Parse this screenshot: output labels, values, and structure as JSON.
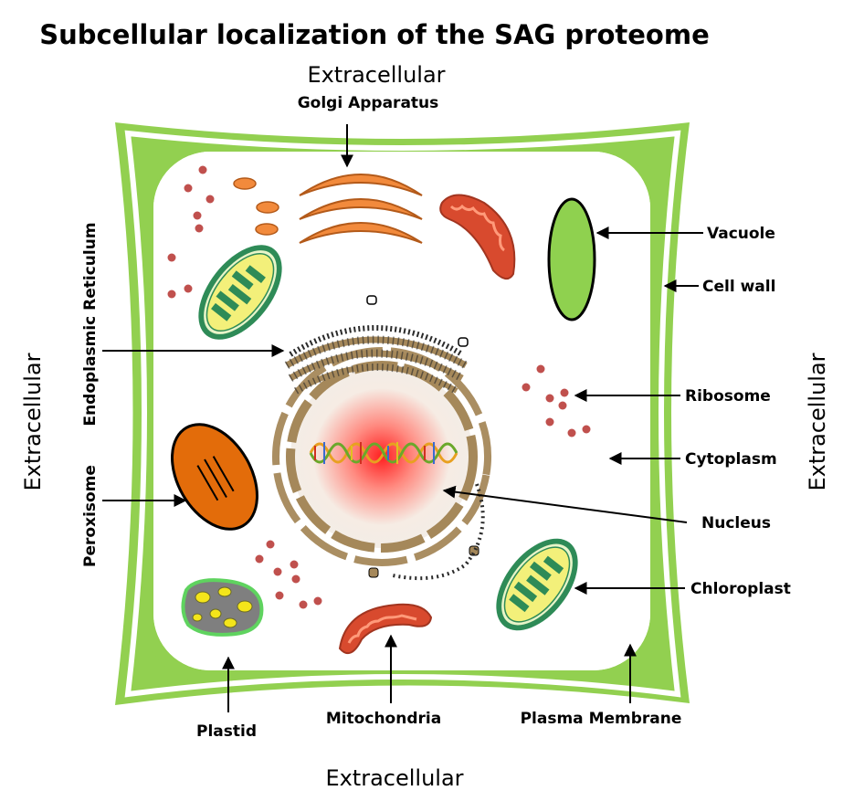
{
  "title": "Subcellular localization of the SAG proteome",
  "extracellular": {
    "top": "Extracellular",
    "bottom": "Extracellular",
    "left": "Extracellular",
    "right": "Extracellular"
  },
  "labels": {
    "golgi": "Golgi Apparatus",
    "er": "Endoplasmic Reticulum",
    "peroxisome": "Peroxisome",
    "plastid": "Plastid",
    "mitochondria": "Mitochondria",
    "plasma_membrane": "Plasma Membrane",
    "vacuole": "Vacuole",
    "cell_wall": "Cell wall",
    "ribosome": "Ribosome",
    "cytoplasm": "Cytoplasm",
    "nucleus": "Nucleus",
    "chloroplast": "Chloroplast"
  },
  "colors": {
    "cell_wall": "#92d050",
    "golgi": "#f28a3c",
    "mitochondria": "#d84a2e",
    "vacuole": "#8fd14f",
    "chloroplast_outer": "#2e8b57",
    "chloroplast_inner": "#f3f07a",
    "peroxisome": "#e36c0a",
    "plastid": "#7f7f7f",
    "ribosome": "#c0504d",
    "nucleus_envelope": "#a5885a",
    "nucleus_glow": "#ff2a2a"
  }
}
